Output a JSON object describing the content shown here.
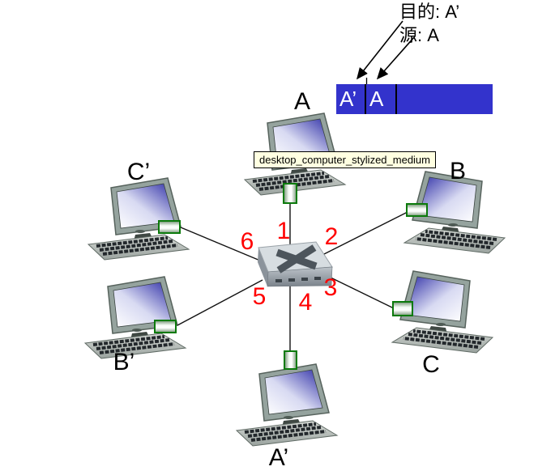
{
  "annotation": {
    "destination": "目的: A’",
    "source": "源: A"
  },
  "frame": {
    "cells": [
      "A’",
      "A",
      ""
    ],
    "fill_color": "#3333cc",
    "text_color": "#ffffff"
  },
  "tooltip": {
    "text": "desktop_computer_stylized_medium"
  },
  "switch_ports": [
    "1",
    "2",
    "3",
    "4",
    "5",
    "6"
  ],
  "hosts": [
    {
      "label": "A"
    },
    {
      "label": "B"
    },
    {
      "label": "C"
    },
    {
      "label": "A’"
    },
    {
      "label": "B’"
    },
    {
      "label": "C’"
    }
  ],
  "colors": {
    "port_number": "#ff0000",
    "frame_fill": "#3333cc",
    "connector_green": "#0b7a0b",
    "link_line": "#000000",
    "tooltip_bg": "#ffffe1"
  },
  "icons": {
    "desktop-computer-icon": "svg stylized desktop pc (monitor + keyboard)",
    "ethernet-switch-icon": "svg 3d switch box with crossed-arrows logo",
    "connector-icon": "green-bordered gradient stub (css shape)"
  }
}
